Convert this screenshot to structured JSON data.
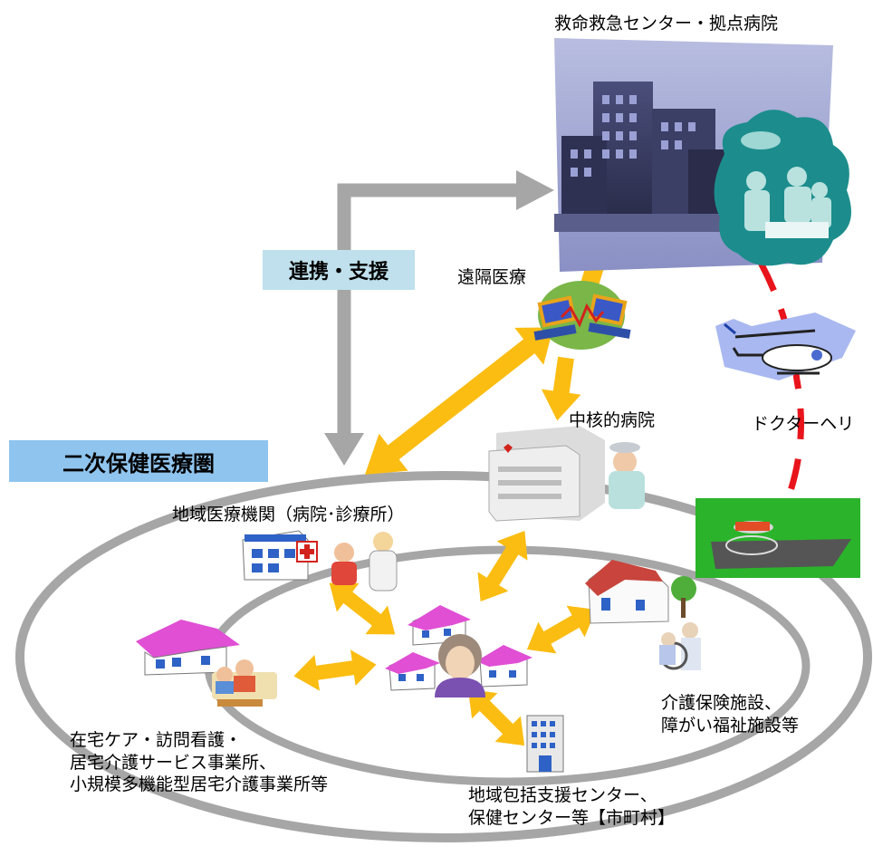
{
  "labels": {
    "kyumei": "救命救急センター・拠点病院",
    "enkaku": "遠隔医療",
    "chukaku": "中核的病院",
    "doctor_heli": "ドクターヘリ",
    "renkei": "連携・支援",
    "niji": "二次保健医療圏",
    "chiiki_iryo": "地域医療機関（病院･診療所）",
    "kaigo_line1": "介護保険施設、",
    "kaigo_line2": "障がい福祉施設等",
    "zaitaku_line1": "在宅ケア・訪問看護・",
    "zaitaku_line2": "居宅介護サービス事業所、",
    "zaitaku_line3": "小規模多機能型居宅介護事業所等",
    "houkatsu_line1": "地域包括支援センター、",
    "houkatsu_line2": "保健センター等【市町村】"
  },
  "colors": {
    "arrow_yellow": "#fbbd12",
    "arrow_gray": "#a6a6a6",
    "ring_gray": "#a6a6a6",
    "heli_route_red": "#e8141c",
    "renkei_box": "#bfe0ec",
    "niji_box": "#8fc4ee"
  },
  "icons": [
    "hospital-building-icon",
    "surgery-team-icon",
    "telemedicine-icon",
    "helicopter-icon",
    "helipad-icon",
    "core-hospital-icon",
    "clinic-icon",
    "care-facility-icon",
    "home-care-icon",
    "community-houses-icon",
    "support-center-icon"
  ]
}
